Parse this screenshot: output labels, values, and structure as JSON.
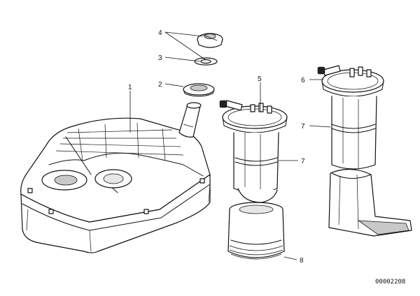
{
  "labels": {
    "one": "1",
    "two": "2",
    "three": "3",
    "four": "4",
    "five": "5",
    "six": "6",
    "seven_a": "7",
    "seven_b": "7",
    "eight": "8"
  },
  "reference_number": "00002208"
}
